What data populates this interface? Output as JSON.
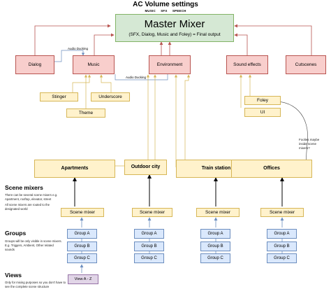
{
  "header": {
    "title": "AC Volume settings",
    "tags": [
      "MUSIC",
      "SFX",
      "SPEECH"
    ]
  },
  "master": {
    "title": "Master Mixer",
    "subtitle": "(SFX, Dialog, Music and Foley) = Final output"
  },
  "buses": {
    "dialog": "Dialog",
    "music": "Music",
    "environment": "Environment",
    "sound_effects": "Sound effects",
    "cutscenes": "Cutscenes"
  },
  "ducking": {
    "label_1": "Audio Ducking",
    "label_2": "Audio Ducking"
  },
  "music_children": {
    "stinger": "Stinger",
    "underscore": "Underscore",
    "theme": "Theme"
  },
  "sfx_children": {
    "foley": "Foley",
    "ui": "UI"
  },
  "foley_note": "Foolies maybe inside scene mixers?",
  "scenes": {
    "apartments": "Apartments",
    "outdoor_city": "Outdoor city",
    "train_station": "Train station",
    "offices": "Offices"
  },
  "sections": {
    "scene_mixers": {
      "title": "Scene mixers",
      "note_1": "There can be several scene mixers e.g. Apartment, rooftop, elevator, street",
      "note_2": "All scene mixers are routed to the designated world"
    },
    "groups": {
      "title": "Groups",
      "note": "Groups will be only visible in scene mixers. E.g. Triggers, Ambient, Other related sounds"
    },
    "views": {
      "title": "Views",
      "note": "Only for mixing purposes so you don't have to see the complete scene structure"
    }
  },
  "columns": [
    {
      "mixer": "Scene mixer",
      "groups": [
        "Group A",
        "Group B",
        "Group C"
      ]
    },
    {
      "mixer": "Scene mixer",
      "groups": [
        "Group A",
        "Group B",
        "Group C"
      ]
    },
    {
      "mixer": "Scene mixer",
      "groups": [
        "Group A",
        "Group B",
        "Group C"
      ]
    },
    {
      "mixer": "Scene mixer",
      "groups": [
        "Group A",
        "Group B",
        "Group C"
      ]
    }
  ],
  "view_box": "View A - Z",
  "colors": {
    "master_fill": "#d5e8d4",
    "bus_fill": "#f8cecc",
    "scene_fill": "#fff2cc",
    "group_fill": "#dae8fc",
    "view_fill": "#e1d5e7",
    "ducking_line": "#6c8ebf",
    "bus_arrow": "#b85450",
    "sub_arrow": "#d6b656"
  }
}
